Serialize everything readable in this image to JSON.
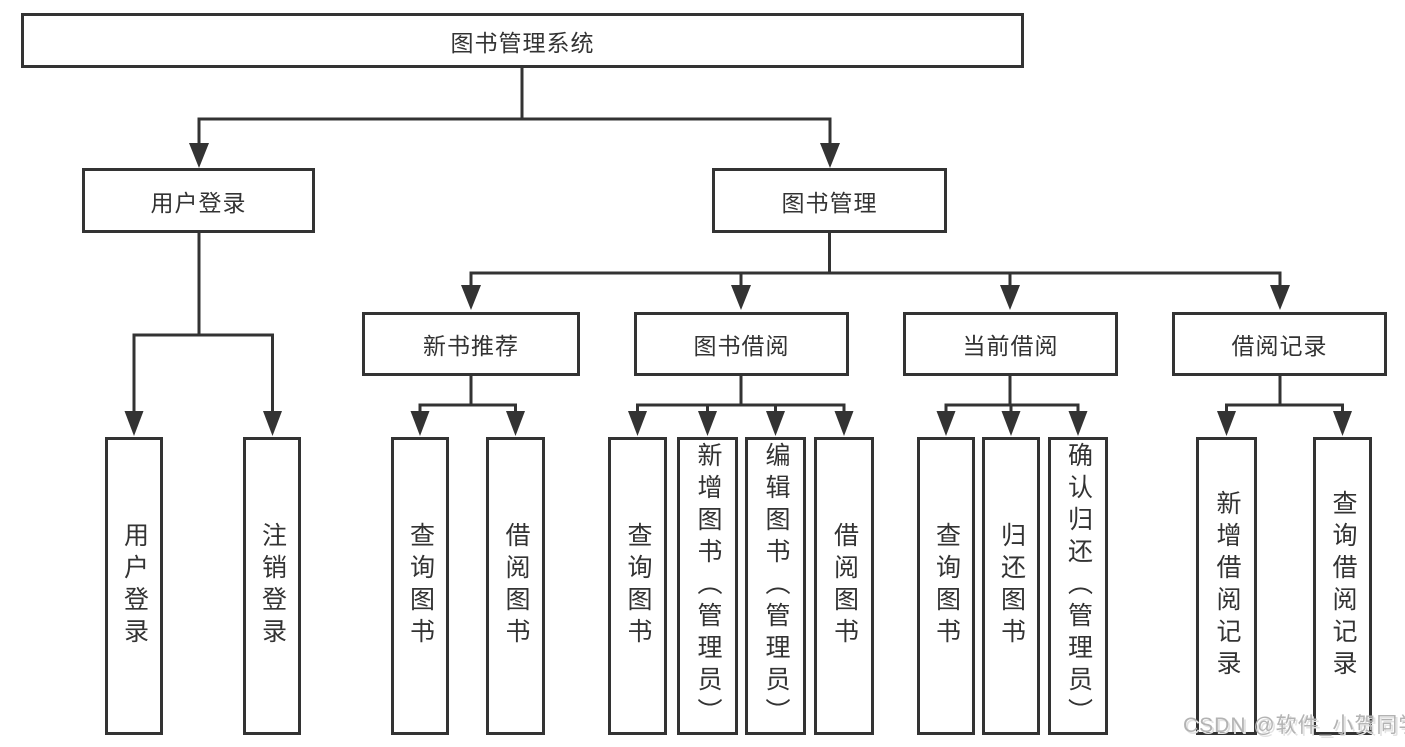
{
  "diagram": {
    "root": "图书管理系统",
    "level2": {
      "user_login": "用户登录",
      "book_management": "图书管理"
    },
    "level3": {
      "new_books": "新书推荐",
      "borrowing": "图书借阅",
      "current": "当前借阅",
      "records": "借阅记录"
    },
    "leaves": {
      "user_login": [
        "用户登录",
        "注销登录"
      ],
      "new_books": [
        "查询图书",
        "借阅图书"
      ],
      "borrowing": [
        "查询图书",
        "新增图书（管理员）",
        "编辑图书（管理员）",
        "借阅图书"
      ],
      "current": [
        "查询图书",
        "归还图书",
        "确认归还（管理员）"
      ],
      "records": [
        "新增借阅记录",
        "查询借阅记录"
      ]
    }
  },
  "watermark": "CSDN @软件_小贺同学",
  "colors": {
    "line": "#333333",
    "text": "#333333",
    "box_background": "#ffffff",
    "watermark": "#b3b3b3",
    "background": "#ffffff"
  }
}
